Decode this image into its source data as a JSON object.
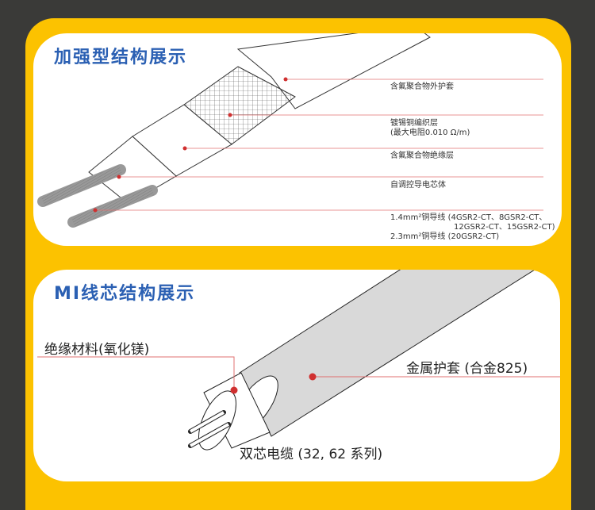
{
  "section1": {
    "title": "加强型结构展示",
    "labels": [
      {
        "text": "含氟聚合物外护套"
      },
      {
        "text": "镀锡铜编织层",
        "text2": "(最大电阻0.010 Ω/m)"
      },
      {
        "text": "含氟聚合物绝缘层"
      },
      {
        "text": "自调控导电芯体"
      },
      {
        "text": "1.4mm²铜导线 (4GSR2-CT、8GSR2-CT、",
        "text2": "12GSR2-CT、15GSR2-CT)",
        "text3": "2.3mm²铜导线 (20GSR2-CT)"
      }
    ]
  },
  "section2": {
    "title": "MI线芯结构展示",
    "labels": {
      "insulation": "绝缘材料(氧化镁)",
      "sheath": "金属护套 (合金825)",
      "cable": "双芯电缆 (32, 62 系列)"
    }
  },
  "colors": {
    "accent": "#fcc200",
    "title": "#2b60b3",
    "leader": "#e07070",
    "dot": "#d03030"
  }
}
